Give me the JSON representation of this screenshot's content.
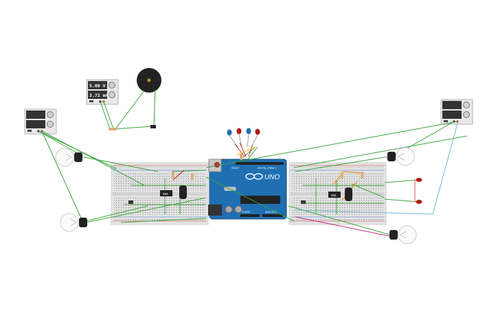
{
  "supply_top": {
    "voltage": "5.00 V",
    "current": "3.72 mA"
  },
  "arduino": {
    "model": "UNO",
    "reset": "RESET",
    "digital": "DIGITAL (PWM~)",
    "analog": "ANALOG IN",
    "power": "POWER"
  },
  "chips": {
    "left": "555",
    "right": "555"
  },
  "colors": {
    "wire_green": "#3aa33a",
    "wire_red": "#d62c2c",
    "wire_orange": "#f08a1c",
    "wire_blue": "#6cb8d6",
    "wire_magenta": "#c8288e",
    "board_blue": "#1f6fb3",
    "breadboard": "#e6e6e6"
  }
}
